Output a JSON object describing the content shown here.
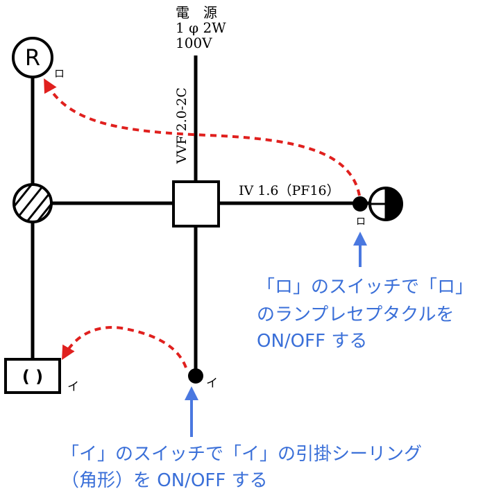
{
  "power": {
    "line1": "電　源",
    "line2": "1 φ 2W",
    "line3": "100V"
  },
  "cable_vvf": "VVF 2.0-2C",
  "cable_iv": "IV 1.6（PF16）",
  "receptacle_symbol": "R",
  "ceiling_symbol": "( )",
  "switch_ro_label": "ロ",
  "switch_i_label": "イ",
  "lamp_ro_label": "ロ",
  "ceiling_i_label": "イ",
  "note_ro": {
    "line1": "「ロ」のスイッチで「ロ」",
    "line2": "のランプレセプタクルを",
    "line3": "ON/OFF する"
  },
  "note_i": {
    "line1": "「イ」のスイッチで「イ」の引掛シーリング",
    "line2": "（角形）を ON/OFF する"
  },
  "colors": {
    "wire": "#000000",
    "dashed_arrow": "#e0201e",
    "note_text": "#3a6fd8",
    "note_arrow": "#4a78e0"
  }
}
